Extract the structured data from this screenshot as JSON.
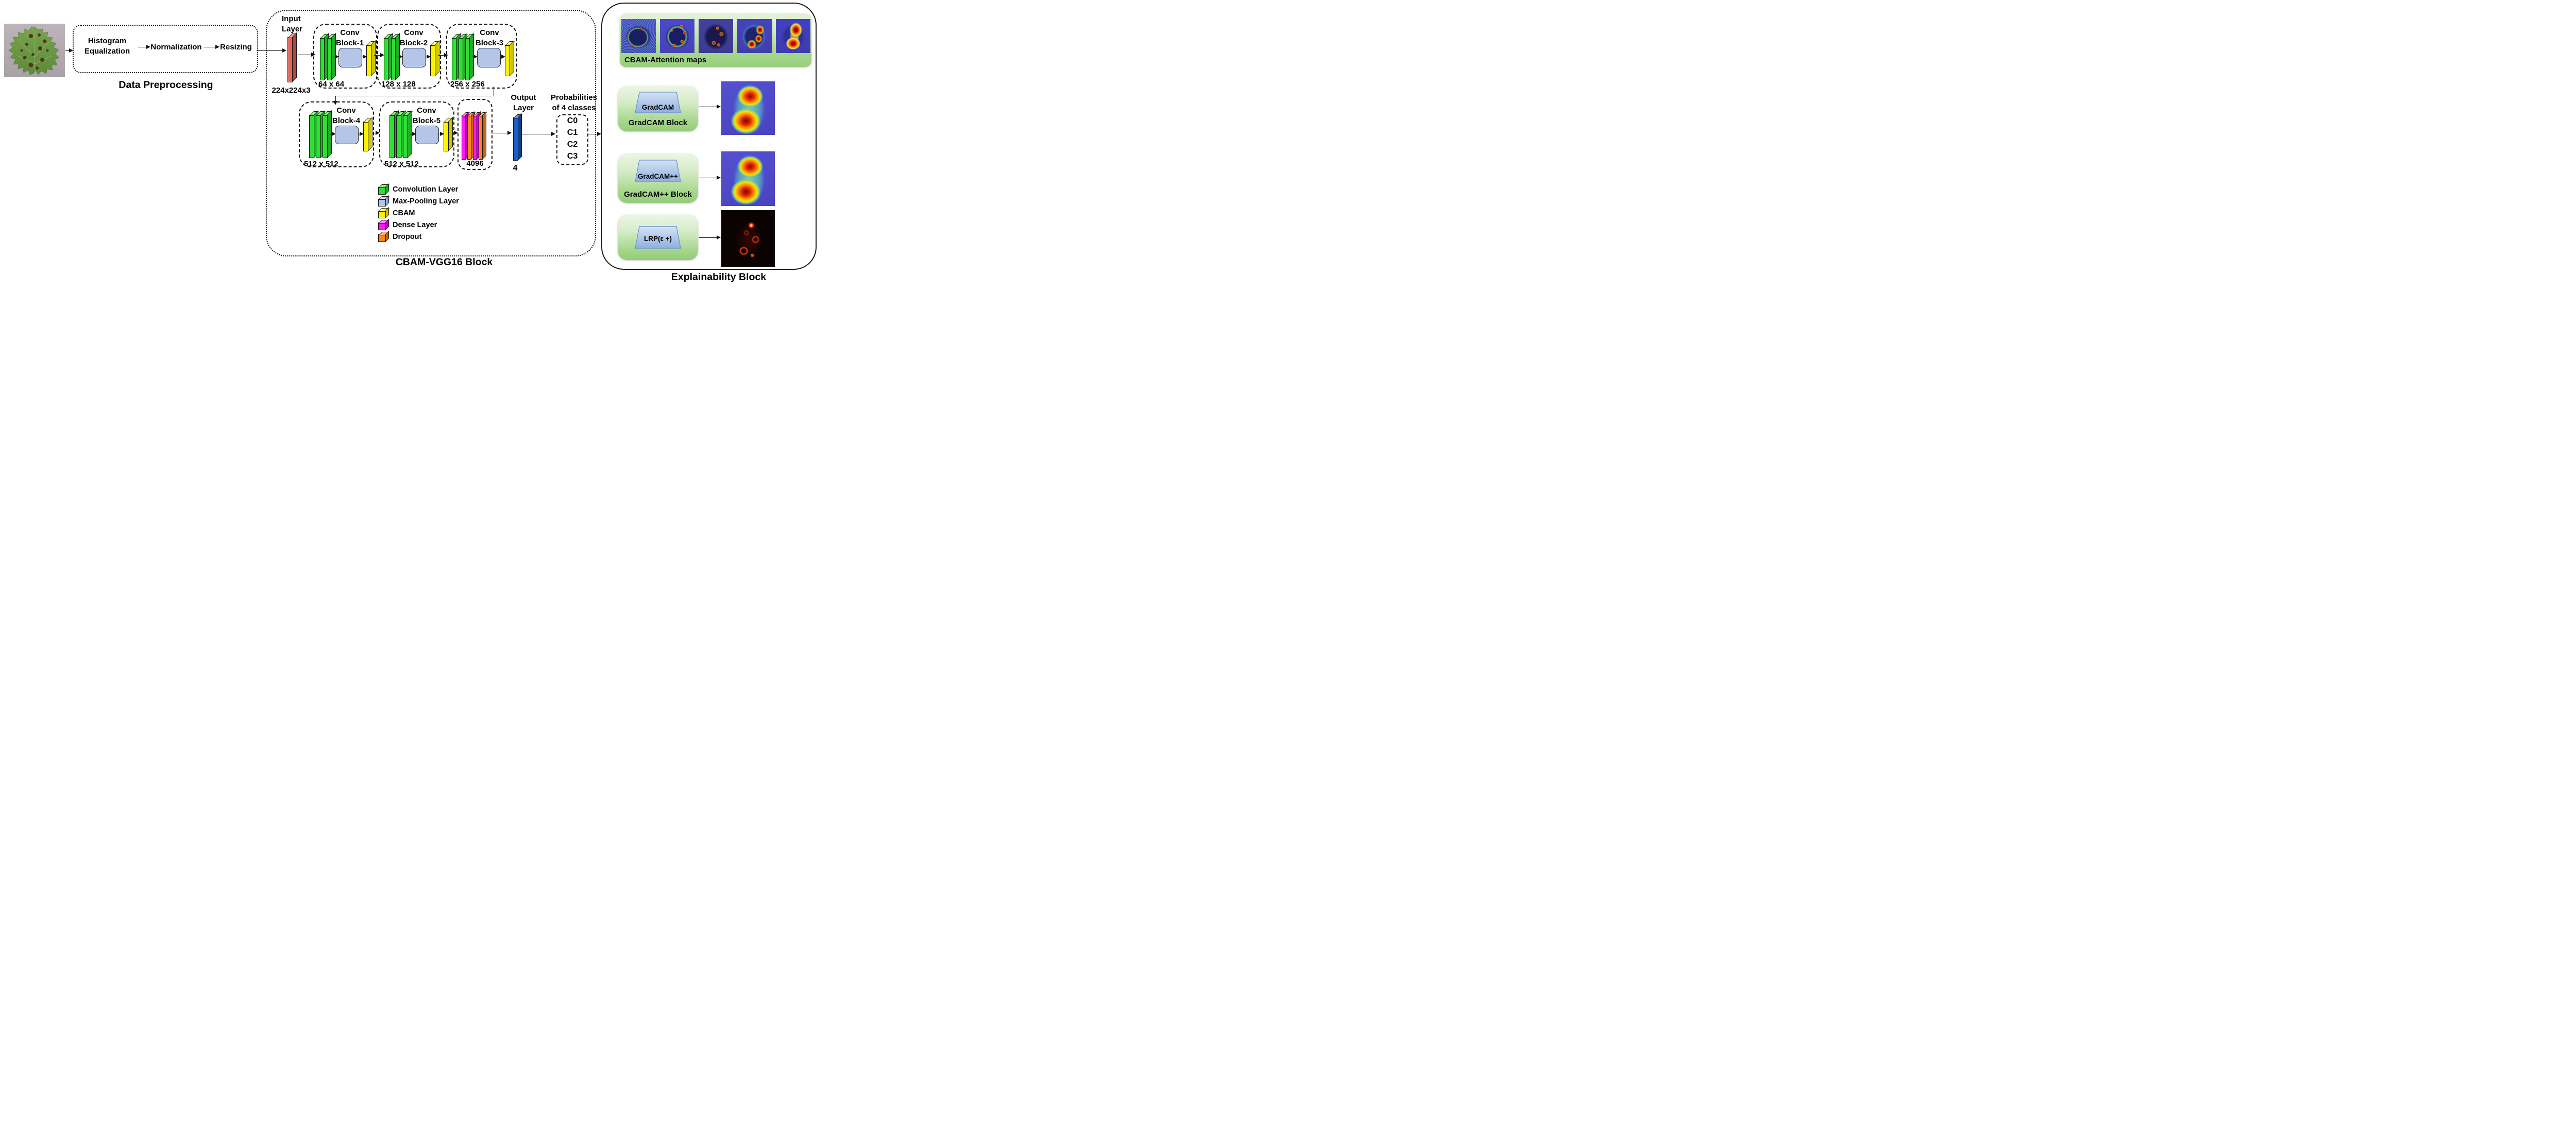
{
  "figure": {
    "preprocessing": {
      "steps": [
        "Histogram Equalization",
        "Normalization",
        "Resizing"
      ],
      "label": "Data Preprocessing"
    },
    "input_layer": {
      "label": "Input Layer",
      "shape": "224x224x3"
    },
    "network": {
      "label": "CBAM-VGG16 Block",
      "conv_blocks": [
        {
          "name": "Conv Block-1",
          "size": "64 x 64"
        },
        {
          "name": "Conv Block-2",
          "size": "128 x 128"
        },
        {
          "name": "Conv Block-3",
          "size": "256 x 256"
        },
        {
          "name": "Conv Block-4",
          "size": "512 x 512"
        },
        {
          "name": "Conv Block-5",
          "size": "512 x 512"
        }
      ],
      "dense_block_size": "4096",
      "output_layer": {
        "label": "Output Layer",
        "size": "4"
      },
      "probabilities_title": "Probabilities of 4 classes",
      "classes": [
        "C0",
        "C1",
        "C2",
        "C3"
      ]
    },
    "legend": [
      {
        "label": "Convolution Layer",
        "color": "#32dd36"
      },
      {
        "label": "Max-Pooling Layer",
        "color": "#b3c6e8"
      },
      {
        "label": "CBAM",
        "color": "#fff200"
      },
      {
        "label": "Dense Layer",
        "color": "#ff1af2"
      },
      {
        "label": "Dropout",
        "color": "#f6871f"
      }
    ],
    "explainability": {
      "label": "Explainability Block",
      "attention_maps_label": "CBAM-Attention maps",
      "methods": [
        {
          "name": "GradCAM",
          "block_label": "GradCAM Block"
        },
        {
          "name": "GradCAM++",
          "block_label": "GradCAM++ Block"
        },
        {
          "name": "LRP(ε +)",
          "block_label": ""
        }
      ]
    },
    "colors": {
      "input_bar": "#dd6a60",
      "conv_bar": "#32dd36",
      "pool": "#b3c6e8",
      "cbam_bar": "#fff200",
      "dense_bar": "#ff1af2",
      "dropout_bar": "#f6871f",
      "output_bar": "#1a5fc8",
      "explain_green": "#9ed17f",
      "trapezoid_blue": "#a9c4ea"
    }
  }
}
